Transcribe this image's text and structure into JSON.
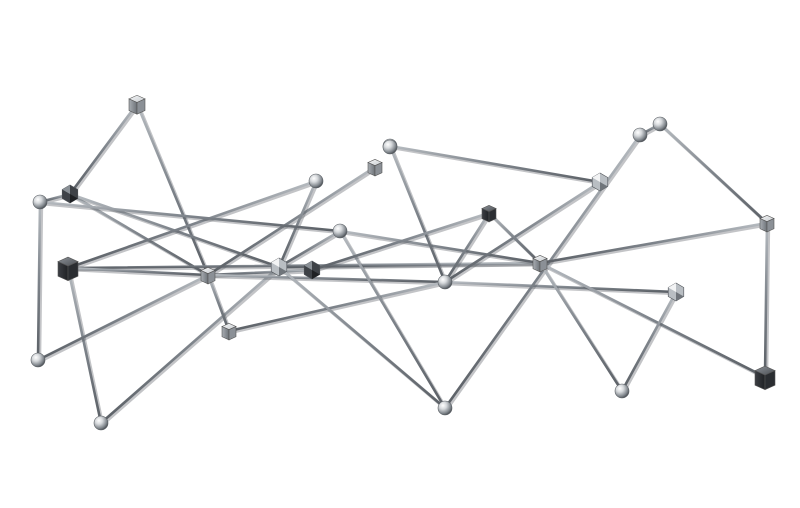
{
  "image": {
    "subject": "metallic-molecular-network",
    "background_color": "#ffffff",
    "metal_colors": {
      "highlight": "#f4f5f6",
      "mid": "#9aa0a6",
      "dark": "#3a3d42",
      "rod": "#8c9298"
    }
  },
  "nodes": [
    {
      "id": "n1",
      "kind": "cube",
      "shade": "light"
    },
    {
      "id": "n2",
      "kind": "poly",
      "shade": "dark"
    },
    {
      "id": "n3",
      "kind": "sphere",
      "shade": "light"
    },
    {
      "id": "n4",
      "kind": "cube",
      "shade": "dark"
    },
    {
      "id": "n5",
      "kind": "sphere",
      "shade": "light"
    },
    {
      "id": "n6",
      "kind": "sphere",
      "shade": "light"
    },
    {
      "id": "n7",
      "kind": "cube",
      "shade": "light"
    },
    {
      "id": "n8",
      "kind": "cube",
      "shade": "light"
    },
    {
      "id": "n9",
      "kind": "sphere",
      "shade": "light"
    },
    {
      "id": "n10",
      "kind": "poly",
      "shade": "light"
    },
    {
      "id": "n11",
      "kind": "cube",
      "shade": "light"
    },
    {
      "id": "n12",
      "kind": "sphere",
      "shade": "light"
    },
    {
      "id": "n13",
      "kind": "poly",
      "shade": "dark"
    },
    {
      "id": "n14",
      "kind": "sphere",
      "shade": "light"
    },
    {
      "id": "n15",
      "kind": "sphere",
      "shade": "light"
    },
    {
      "id": "n16",
      "kind": "sphere",
      "shade": "light"
    },
    {
      "id": "n17",
      "kind": "cube",
      "shade": "dark"
    },
    {
      "id": "n18",
      "kind": "cube",
      "shade": "light"
    },
    {
      "id": "n19",
      "kind": "poly",
      "shade": "light"
    },
    {
      "id": "n20",
      "kind": "sphere",
      "shade": "light"
    },
    {
      "id": "n21",
      "kind": "sphere",
      "shade": "light"
    },
    {
      "id": "n22",
      "kind": "poly",
      "shade": "light"
    },
    {
      "id": "n23",
      "kind": "sphere",
      "shade": "light"
    },
    {
      "id": "n24",
      "kind": "cube",
      "shade": "dark"
    },
    {
      "id": "n25",
      "kind": "cube",
      "shade": "light"
    },
    {
      "id": "n26",
      "kind": "sphere",
      "shade": "light"
    }
  ]
}
